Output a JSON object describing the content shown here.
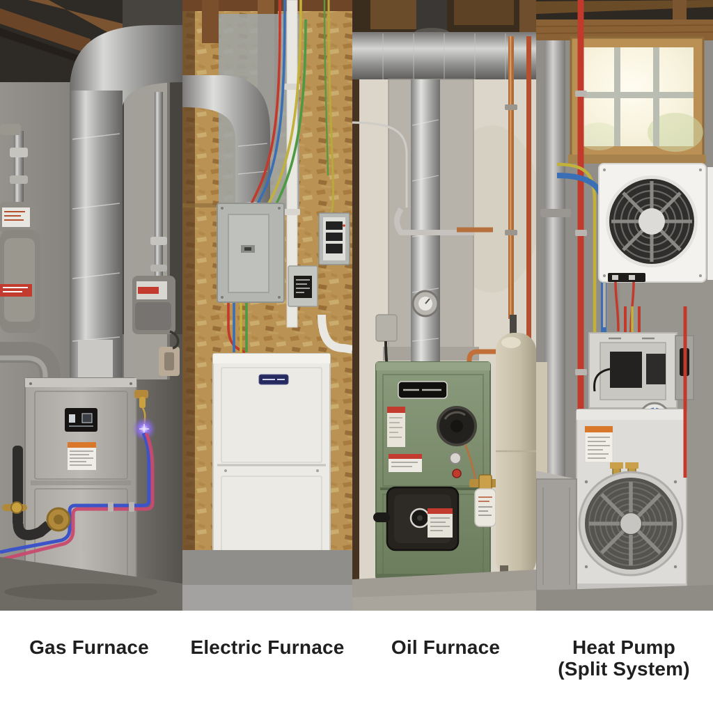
{
  "figure": {
    "type": "four-panel comparison photo",
    "subject": "Residential heating system types installed in basement utility spaces"
  },
  "panels": [
    {
      "id": "gas-furnace",
      "label": "Gas Furnace",
      "description": "Gray gas furnace with galvanized supply duct elbow, two gas meters, black iron gas line with brass shutoff, glowing blue pilot point, red and blue lines, dark concrete basement wall"
    },
    {
      "id": "electric-furnace",
      "label": "Electric Furnace",
      "description": "White electric furnace cabinet with navy brand badge under a gray circuit-breaker panel, red/blue/yellow/green wiring and white conduit against OSB sheathing walls, galvanized duct elbow"
    },
    {
      "id": "oil-furnace",
      "label": "Oil Furnace",
      "description": "Green oil furnace with black burner assembly and sight glass, vertical flue with barometric damper gauge, copper fuel line, spin-on oil filter with brass valve, beige oil storage tank, cream wall"
    },
    {
      "id": "heat-pump",
      "label": "Heat Pump",
      "label2": "(Split System)",
      "description": "Wall-mounted outdoor fan unit under a sunlit wood-framed window, indoor cabinet with large round fan grille, electrical disconnect boxes, round gauge, red line-set piping with brass service valves"
    }
  ],
  "colors": {
    "caption_text": "#1f1f1f",
    "background": "#ffffff",
    "gas_furnace_cabinet": "#b3b0ab",
    "electric_furnace_cabinet": "#eceae5",
    "electric_badge_navy": "#262a5e",
    "oil_furnace_cabinet": "#7d8e6e",
    "heat_pump_unit": "#e6e5e1",
    "osb_wall": "#c39a58",
    "concrete_wall": "#8f8c87",
    "cream_wall": "#dcd6ca",
    "duct_metal": "#c0c0c0",
    "wire_red": "#c23a2c",
    "wire_blue": "#3a6fb5",
    "wire_yellow": "#c2b13a",
    "wire_green": "#4d9a45",
    "copper": "#b5703d",
    "brass": "#c09a40",
    "oil_tank": "#cfc7b2",
    "pilot_glow": "#7b5bf0",
    "warning_orange": "#d9782a",
    "warning_red": "#c33b2f"
  }
}
